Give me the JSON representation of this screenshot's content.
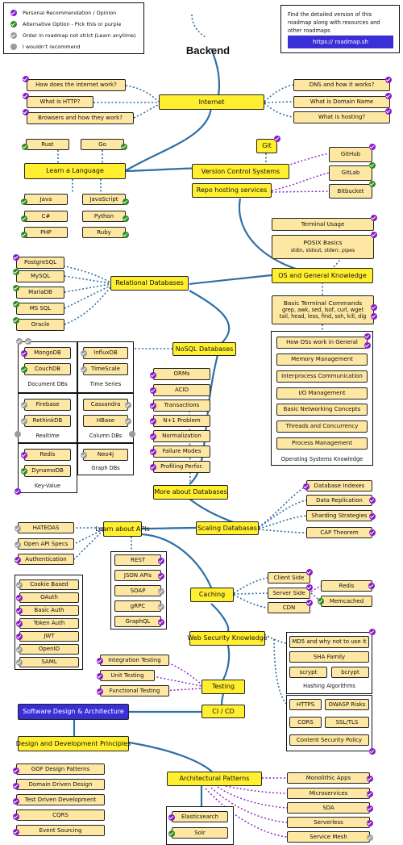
{
  "title": "Backend",
  "legend": {
    "items": [
      {
        "label": "Personal Recommendation / Opinion",
        "kind": "purple"
      },
      {
        "label": "Alternative Option - Pick this or purple",
        "kind": "green"
      },
      {
        "label": "Order in roadmap not strict (Learn anytime)",
        "kind": "gray"
      },
      {
        "label": "I wouldn't recommend",
        "kind": "grayplain"
      }
    ]
  },
  "promo": {
    "text": "Find the detailed version of this roadmap along with resources and other roadmaps",
    "button": "https:// roadmap.sh"
  },
  "colors": {
    "main": "#ffef2e",
    "sub": "#fde7a2",
    "accent": "#3a2fd6",
    "link": "#2e6fa5",
    "purple": "#8a1cc7",
    "green": "#2f8a1f",
    "gray": "#9b9b9b"
  },
  "nodes": {
    "internet": "Internet",
    "how_internet": "How does the internet work?",
    "http": "What is HTTP?",
    "browsers": "Browsers and how they work?",
    "dns": "DNS and how it works?",
    "domain": "What is Domain Name",
    "hosting": "What is hosting?",
    "rust": "Rust",
    "go": "Go",
    "learn_lang": "Learn a Language",
    "java": "Java",
    "javascript": "JavaScript",
    "csharp": "C#",
    "python": "Python",
    "php": "PHP",
    "ruby": "Ruby",
    "git": "Git",
    "vcs": "Version Control Systems",
    "repo_hosting": "Repo hosting services",
    "github": "GitHub",
    "gitlab": "GitLab",
    "bitbucket": "Bitbucket",
    "terminal_usage": "Terminal Usage",
    "posix_l1": "POSIX Basics",
    "posix_l2": "stdin, stdout, stderr, pipes",
    "os_knowledge": "OS and General Knowledge",
    "basic_term_l1": "Basic Terminal Commands",
    "basic_term_l2": "grep, awk, sed, lsof, curl, wget",
    "basic_term_l3": "tail, head, less, find, ssh, kill, dig",
    "os_work": "How OSs work in General",
    "memory": "Memory Management",
    "ipc": "Interprocess Communication",
    "io": "I/O Management",
    "networking": "Basic Networking Concepts",
    "threads": "Threads and Concurrency",
    "process": "Process Management",
    "os_caption": "Operating Systems Knowledge",
    "postgres": "PostgreSQL",
    "mysql": "MySQL",
    "mariadb": "MariaDB",
    "mssql": "MS SQL",
    "oracle": "Oracle",
    "relational": "Relational Databases",
    "nosql": "NoSQL Databases",
    "mongodb": "MongoDB",
    "couchdb": "CouchDB",
    "document_dbs": "Document DBs",
    "influxdb": "InfluxDB",
    "timescale": "TimeScale",
    "time_series": "Time Series",
    "firebase": "Firebase",
    "rethinkdb": "RethinkDB",
    "realtime": "Realtime",
    "cassandra": "Cassandra",
    "hbase": "HBase",
    "column_dbs": "Column DBs",
    "redis_kv": "Redis",
    "dynamodb": "DynamoDB",
    "key_value": "Key-Value",
    "neo4j": "Neo4j",
    "graph_dbs": "Graph DBs",
    "orms": "ORMs",
    "acid": "ACID",
    "transactions": "Transactions",
    "n1": "N+1 Problem",
    "normalization": "Normalization",
    "failure_modes": "Failure Modes",
    "profiling": "Profiling Perfor.",
    "more_db": "More about Databases",
    "db_indexes": "Database Indexes",
    "data_replication": "Data Replication",
    "sharding": "Sharding Strategies",
    "cap": "CAP Theorem",
    "scaling_db": "Scaling Databases",
    "hateoas": "HATEOAS",
    "open_api": "Open API Specs",
    "authentication": "Authentication",
    "learn_apis": "Learn about APIs",
    "rest": "REST",
    "json_apis": "JSON APIs",
    "soap": "SOAP",
    "grpc": "gRPC",
    "graphql": "GraphQL",
    "cookie_auth": "Cookie Based",
    "oauth": "OAuth",
    "basic_auth": "Basic Auth",
    "token_auth": "Token Auth",
    "jwt": "JWT",
    "openid": "OpenID",
    "saml": "SAML",
    "caching": "Caching",
    "client_side": "Client Side",
    "server_side": "Server Side",
    "cdn": "CDN",
    "redis_cache": "Redis",
    "memcached": "Memcached",
    "web_security": "Web Security Knowledge",
    "md5": "MD5 and why not to use it",
    "sha": "SHA Family",
    "scrypt": "scrypt",
    "bcrypt": "bcrypt",
    "hashing": "Hashing Algorithms",
    "https": "HTTPS",
    "owasp": "OWASP Risks",
    "cors": "CORS",
    "ssl": "SSL/TLS",
    "csp": "Content Security Policy",
    "integration_testing": "Integration Testing",
    "unit_testing": "Unit Testing",
    "functional_testing": "Functional Testing",
    "testing": "Testing",
    "cicd": "CI / CD",
    "software_design": "Software Design & Architecture",
    "design_principles": "Design and Development Principles",
    "gof": "GOF Design Patterns",
    "ddd": "Domain Driven Design",
    "tdd": "Test Driven Development",
    "cqrs": "CQRS",
    "event_sourcing": "Event Sourcing",
    "arch_patterns": "Architectural Patterns",
    "monolithic": "Monolithic Apps",
    "microservices": "Microservices",
    "soa": "SOA",
    "serverless": "Serverless",
    "service_mesh": "Service Mesh",
    "elasticsearch": "Elasticsearch",
    "solr": "Solr"
  }
}
